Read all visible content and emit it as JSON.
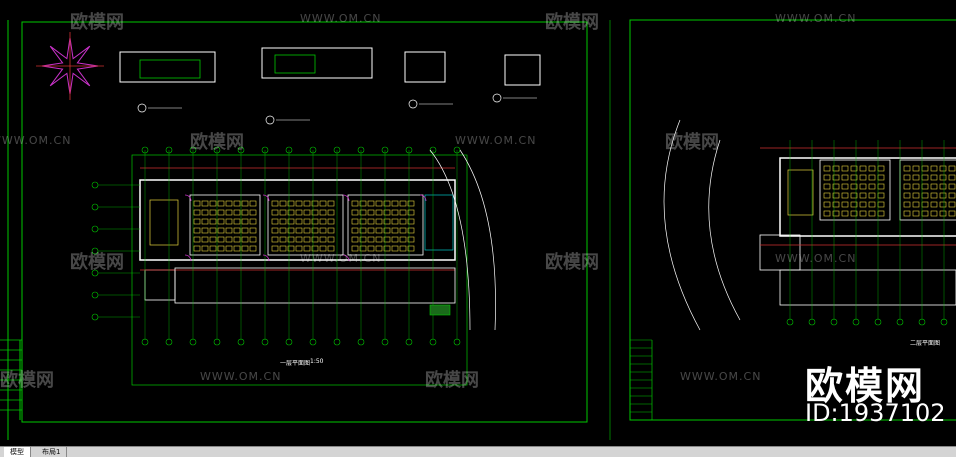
{
  "watermark": {
    "logo_text": "欧模网",
    "url_text": "WWW.OM.CN"
  },
  "brand": {
    "logo_text": "欧模网",
    "id_text": "ID:1937102"
  },
  "drawing_labels": {
    "plan_title_left": "一层平面图",
    "plan_title_right": "二层平面图",
    "scale": "1:50"
  },
  "tabs": [
    {
      "label": "模型",
      "active": true
    },
    {
      "label": "布局1",
      "active": false
    }
  ],
  "colors": {
    "background": "#000000",
    "frame_green": "#00c800",
    "wall_white": "#ffffff",
    "furniture_yellow": "#e6d23c",
    "dimension_red": "#d23232",
    "magenta": "#c832c8",
    "cyan": "#00c8c8"
  }
}
